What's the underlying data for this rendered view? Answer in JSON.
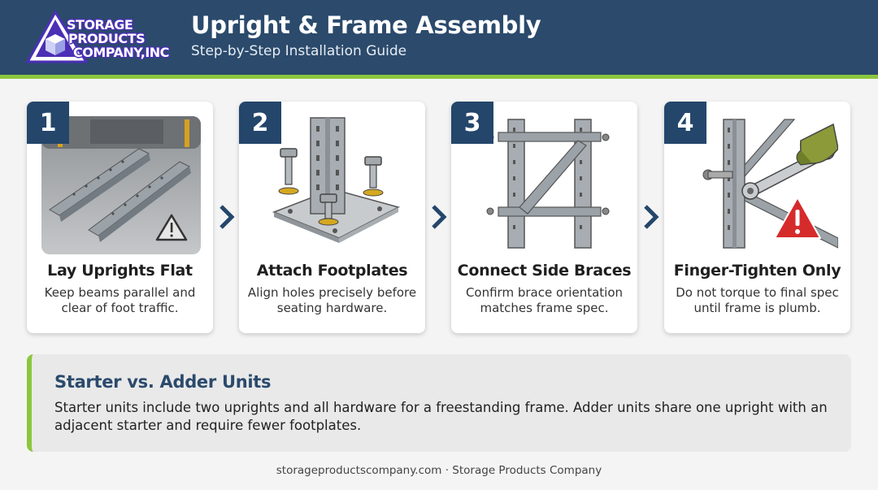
{
  "header": {
    "logo_lines": [
      "STORAGE",
      "PRODUCTS",
      "COMPANY,INC"
    ],
    "title": "Upright & Frame Assembly",
    "subtitle": "Step-by-Step Installation Guide"
  },
  "steps": [
    {
      "number": "1",
      "title": "Lay Uprights Flat",
      "description": "Keep beams parallel and clear of foot traffic.",
      "icon": "warning-triangle-icon"
    },
    {
      "number": "2",
      "title": "Attach Footplates",
      "description": "Align holes precisely before seating hardware.",
      "icon": "bolt-icon"
    },
    {
      "number": "3",
      "title": "Connect Side Braces",
      "description": "Confirm brace orientation matches frame spec.",
      "icon": "brace-icon"
    },
    {
      "number": "4",
      "title": "Finger-Tighten Only",
      "description": "Do not torque to final spec until frame is plumb.",
      "icon": "wrench-icon"
    }
  ],
  "note": {
    "title": "Starter vs. Adder Units",
    "body": "Starter units include two uprights and all hardware for a freestanding frame. Adder units share one upright with an adjacent starter and require fewer footplates."
  },
  "footer": "storageproductscompany.com · Storage Products Company",
  "colors": {
    "header": "#2b4a6c",
    "accent": "#8cc63f",
    "badge": "#24466b",
    "warning_red": "#d62b2b"
  }
}
